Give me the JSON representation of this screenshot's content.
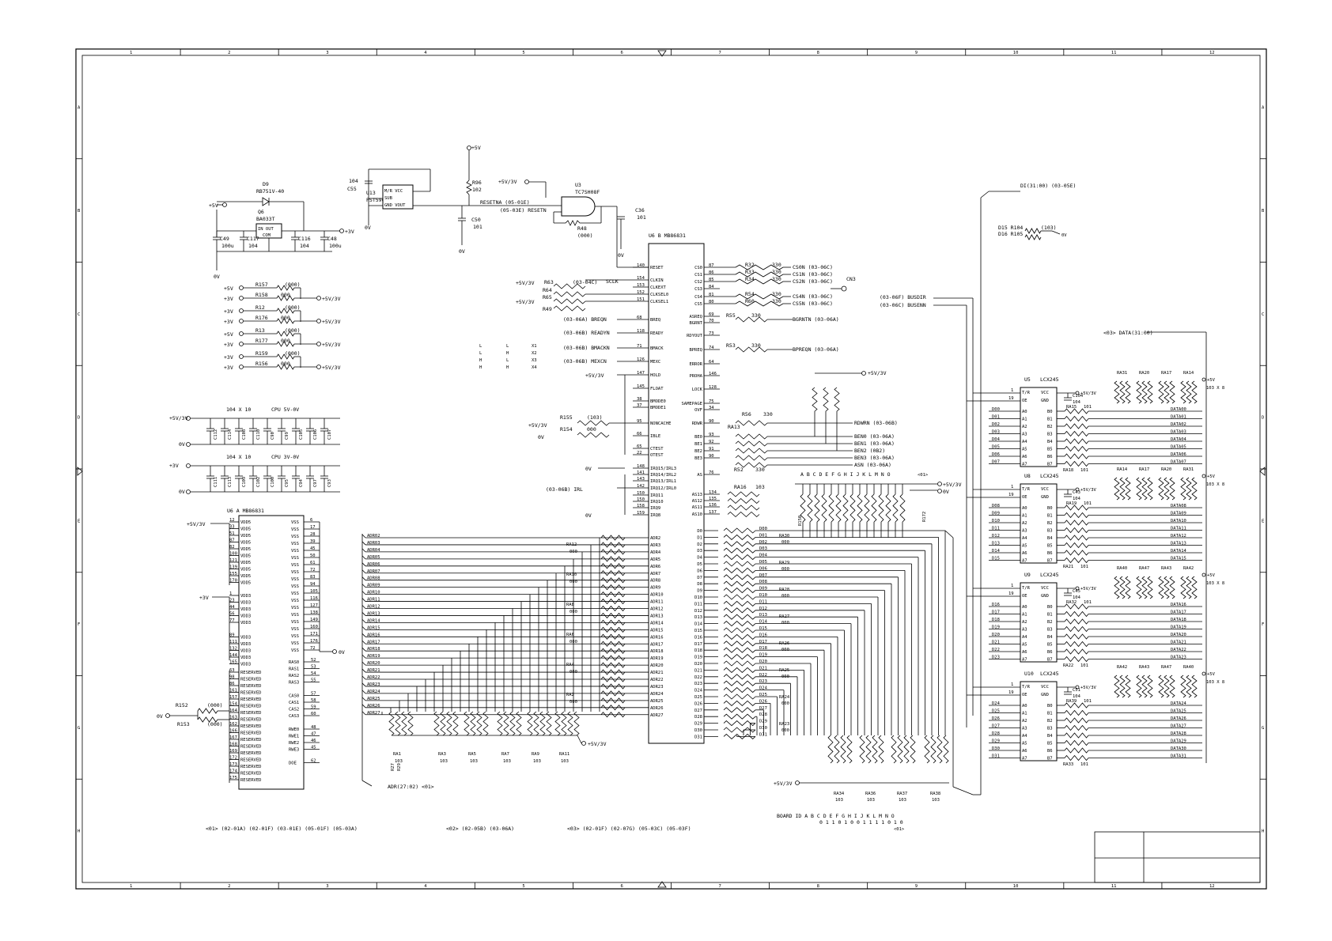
{
  "frame": {
    "columns": [
      "1",
      "2",
      "3",
      "4",
      "5",
      "6",
      "7",
      "8",
      "9",
      "10",
      "11",
      "12"
    ],
    "rows": [
      "A",
      "B",
      "C",
      "D",
      "E",
      "F",
      "G",
      "H"
    ]
  },
  "power": {
    "d9_label": "D9",
    "d9_part": "RB751V-40",
    "q6_label": "Q6",
    "q6_part": "BA033T",
    "q6_pins": "IN OUT",
    "q6_com": "COM",
    "c49": "C49",
    "c49_val": "100u",
    "c117": "C117",
    "c117_val": "104",
    "c116": "C116",
    "c116_val": "104",
    "c48": "C48",
    "c48_val": "100u",
    "plus5v": "+5V",
    "plus3v": "+3V",
    "plus5v3v": "+5V/3V",
    "gnd": "0V"
  },
  "reset": {
    "u13_label": "U13",
    "u13_part": "PST596",
    "u13_pins": [
      "M/R VCC",
      "SUB",
      "GND VOUT"
    ],
    "c55": "C55",
    "c55_val": "104",
    "r96": "R96",
    "r96_val": "102",
    "c50": "C50",
    "c50_val": "101",
    "resetna": "RESETNA (05-01E)",
    "resetn": "(05-03E)  RESETN",
    "u3_label": "U3",
    "u3_part": "TC7SH08F",
    "r48": "R48",
    "r48_val": "(000)",
    "c36": "C36",
    "c36_val": "101"
  },
  "straps": [
    {
      "a": "R157",
      "b": "R158",
      "val_a": "(000)",
      "val_b": "000",
      "in": "+5V",
      "out": "+5V/3V"
    },
    {
      "a": "R12",
      "b": "R176",
      "val_a": "(000)",
      "val_b": "000",
      "in": "+3V",
      "out": "+5V/3V"
    },
    {
      "a": "R13",
      "b": "R177",
      "val_a": "(000)",
      "val_b": "000",
      "in": "+5V",
      "out": "+5V/3V"
    },
    {
      "a": "R159",
      "b": "R156",
      "val_a": "(000)",
      "val_b": "000",
      "in": "+3V",
      "out": "+5V/3V"
    }
  ],
  "bypass": {
    "bank1_title": "104 X 10",
    "bank1_label": "CPU 5V-0V",
    "bank1_supply": "+5V/3V",
    "bank1": [
      "C112",
      "C114",
      "C108",
      "C110",
      "C90",
      "C99",
      "C105",
      "C106",
      "C107"
    ],
    "bank2_title": "104 X 10",
    "bank2_label": "CPU 3V-0V",
    "bank2_supply": "+3V",
    "bank2": [
      "C111",
      "C113",
      "C109",
      "C102",
      "C100",
      "C95",
      "C94",
      "C97",
      "C93"
    ]
  },
  "u6a": {
    "title": "U6  A MB86831",
    "vdd5_pins": [
      "12",
      "33",
      "51",
      "87",
      "82",
      "100",
      "121",
      "139",
      "155",
      "170"
    ],
    "vdd3_pins": [
      "1",
      "23",
      "44",
      "56",
      "77",
      "89",
      "111",
      "132",
      "144",
      "165"
    ],
    "vdd5": "VDD5",
    "vdd3": "VDD3",
    "vss": "VSS",
    "vss_pins": [
      "6",
      "17",
      "28",
      "39",
      "45",
      "50",
      "61",
      "72",
      "83",
      "94",
      "105",
      "116",
      "127",
      "138",
      "149",
      "160",
      "171",
      "176",
      "72"
    ],
    "ras": [
      [
        "RAS0",
        "52"
      ],
      [
        "RAS1",
        "53"
      ],
      [
        "RAS2",
        "54"
      ],
      [
        "RAS3",
        "55"
      ]
    ],
    "cas": [
      [
        "CAS0",
        "57"
      ],
      [
        "CAS1",
        "58"
      ],
      [
        "CAS2",
        "59"
      ],
      [
        "CAS3",
        "60"
      ]
    ],
    "rwe": [
      [
        "RWE0",
        "48"
      ],
      [
        "RWE1",
        "47"
      ],
      [
        "RWE2",
        "46"
      ],
      [
        "RWE3",
        "45"
      ]
    ],
    "doe": [
      "DOE",
      "62"
    ],
    "reserved": "RESERVED",
    "res_pins": [
      "63",
      "98",
      "86",
      "161",
      "157",
      "154",
      "164",
      "163",
      "162",
      "166",
      "167",
      "168",
      "169",
      "172",
      "173",
      "174",
      "175"
    ],
    "r152": "R152",
    "r153": "R153",
    "r_val": "(000)"
  },
  "u6b": {
    "title": "U6  B MB86831",
    "left_pins": [
      [
        "140",
        "RESET"
      ],
      [
        "154",
        "CLKIN"
      ],
      [
        "153",
        "CLKEXT"
      ],
      [
        "152",
        "CLKSEL0"
      ],
      [
        "151",
        "CLKSEL1"
      ],
      [
        "68",
        "BREQ"
      ],
      [
        "118",
        "READY"
      ],
      [
        "71",
        "BMACK"
      ],
      [
        "126",
        "MEXC"
      ],
      [
        "147",
        "HOLD"
      ],
      [
        "145",
        "FLOAT"
      ],
      [
        "38",
        "BMODE0"
      ],
      [
        "37",
        "BMODE1"
      ],
      [
        "95",
        "NONCACHE"
      ],
      [
        "66",
        "IBLE"
      ],
      [
        "65",
        "CTEST"
      ],
      [
        "22",
        "OTEST"
      ],
      [
        "148",
        "IRQ15/IRL3"
      ],
      [
        "141",
        "IRQ14/IRL2"
      ],
      [
        "143",
        "IRQ13/IRL1"
      ],
      [
        "142",
        "IRQ12/IRL0"
      ],
      [
        "150",
        "IRQ11"
      ],
      [
        "150",
        "IRQ10"
      ],
      [
        "158",
        "IRQ9"
      ],
      [
        "159",
        "IRQ8"
      ]
    ],
    "right_pins": [
      [
        "CS0",
        "87"
      ],
      [
        "CS1",
        "86"
      ],
      [
        "CS2",
        "85"
      ],
      [
        "CS3",
        "84"
      ],
      [
        "CS4",
        "81"
      ],
      [
        "CS5",
        "80"
      ],
      [
        "ASREQ",
        "69"
      ],
      [
        "BGRNT",
        "70"
      ],
      [
        "RDYOUT",
        "73"
      ],
      [
        "BPREQ",
        "74"
      ],
      [
        "ERROR",
        "64"
      ],
      [
        "PROHA",
        "146"
      ],
      [
        "LOCK",
        "128"
      ],
      [
        "SAMEPAGE",
        "75"
      ],
      [
        "OVF",
        "34"
      ],
      [
        "RDWR",
        "90"
      ],
      [
        "BE0",
        "93"
      ],
      [
        "BE1",
        "92"
      ],
      [
        "BE2",
        "91"
      ],
      [
        "BE3",
        "90"
      ],
      [
        "AS",
        "76"
      ],
      [
        "AS13",
        "134"
      ],
      [
        "AS12",
        "135"
      ],
      [
        "AS11",
        "136"
      ],
      [
        "AS10",
        "137"
      ]
    ],
    "addr_pins": [
      "ADR2",
      "ADR3",
      "ADR4",
      "ADR5",
      "ADR6",
      "ADR7",
      "ADR8",
      "ADR9",
      "ADR10",
      "ADR11",
      "ADR12",
      "ADR13",
      "ADR14",
      "ADR15",
      "ADR16",
      "ADR17",
      "ADR18",
      "ADR19",
      "ADR20",
      "ADR21",
      "ADR22",
      "ADR23",
      "ADR24",
      "ADR25",
      "ADR26",
      "ADR27"
    ],
    "data_pins": [
      "D0",
      "D1",
      "D2",
      "D3",
      "D4",
      "D5",
      "D6",
      "D7",
      "D8",
      "D9",
      "D10",
      "D11",
      "D12",
      "D13",
      "D14",
      "D15",
      "D16",
      "D17",
      "D18",
      "D19",
      "D20",
      "D21",
      "D22",
      "D23",
      "D24",
      "D25",
      "D26",
      "D27",
      "D28",
      "D29",
      "D30",
      "D31"
    ]
  },
  "u6b_nets": {
    "sclk": "SCLK",
    "r63": "R63",
    "r63_val": "(03-04C)",
    "r64": "R64",
    "r65": "R65",
    "r49": "R49",
    "breqn": "(03-06A)  BREQN",
    "readyn": "(03-06B)  READYN",
    "bmackn": "(03-06B)  BMACKN",
    "mexcn": "(03-06B)  MEXCN",
    "irl": "(03-06B)  IRL",
    "r155": "R155",
    "r155_val": "(103)",
    "r154": "R154",
    "r154_val": "000",
    "cs_res": [
      [
        "R32",
        "CS0N (03-06C)"
      ],
      [
        "R33",
        "CS1N (03-06C)"
      ],
      [
        "R34",
        "CS2N (03-06C)"
      ],
      [
        "R54",
        "CS4N (03-06C)"
      ],
      [
        "R60",
        "CS5N (03-06C)"
      ]
    ],
    "r_330": "330",
    "cn3": "CN3",
    "bgrntn": "BGRNTN (03-06A)",
    "r55": "R55",
    "bpreqn": "BPREQN (03-06A)",
    "r53": "R53",
    "rdwrn": "RDWRN (03-06B)",
    "r56": "R56",
    "be": [
      "BEN0 (03-06A)",
      "BEN1 (03-06A)",
      "BEN2 (0B2)",
      "BEN3 (03-06A)",
      "ASN (03-06A)"
    ],
    "ra13": "RA13",
    "r52": "R52",
    "mode_table": [
      [
        "L",
        "L",
        "X1"
      ],
      [
        "L",
        "H",
        "X2"
      ],
      [
        "H",
        "L",
        "X3"
      ],
      [
        "H",
        "H",
        "X4"
      ]
    ]
  },
  "bus": {
    "adr_bus": "ADR(27:02) <01>",
    "adr_labels": [
      "ADR02",
      "ADR03",
      "ADR04",
      "ADR05",
      "ADR06",
      "ADR07",
      "ADR08",
      "ADR09",
      "ADR10",
      "ADR11",
      "ADR12",
      "ADR13",
      "ADR14",
      "ADR15",
      "ADR16",
      "ADR17",
      "ADR18",
      "ADR19",
      "ADR20",
      "ADR21",
      "ADR22",
      "ADR23",
      "ADR24",
      "ADR25",
      "ADR26",
      "ADR27"
    ],
    "d_labels": [
      "D00",
      "D01",
      "D02",
      "D03",
      "D04",
      "D05",
      "D06",
      "D07",
      "D08",
      "D09",
      "D10",
      "D11",
      "D12",
      "D13",
      "D14",
      "D15",
      "D16",
      "D17",
      "D18",
      "D19",
      "D20",
      "D21",
      "D22",
      "D23",
      "D24",
      "D25",
      "D26",
      "D27",
      "D28",
      "D29",
      "D30",
      "D31"
    ],
    "adr_packs": [
      "RA12",
      "RA10",
      "RA8",
      "RA6",
      "RA4",
      "RA2"
    ],
    "pull_packs": [
      "RA1",
      "RA3",
      "RA5",
      "RA7",
      "RA9",
      "RA11"
    ],
    "pack_val": "103",
    "r27": "R27",
    "r29": "R29",
    "data_series": [
      "RA30",
      "RA29",
      "RA28",
      "RA27",
      "RA26",
      "RA25",
      "RA24",
      "RA23"
    ],
    "data_pull": [
      "RA34",
      "RA36",
      "RA37",
      "RA38"
    ],
    "ser_val": "000",
    "ra16": "RA16",
    "ra16_val": "103",
    "board_header": "A B C D E F G H I J K L M N O",
    "board_id": "BOARD ID A B C D E F G H I J K L M N O",
    "board_bits": "0 1 1 0 1 0 0 1 1 1 1 0 1 0",
    "board_note": "<01>",
    "r150": "R150",
    "r172": "R172",
    "supply": "+5V/3V",
    "gnd": "0V"
  },
  "buffers": {
    "di_bus": "DI(31:00) (03-05E)",
    "d15_r": "D15 R104",
    "d16_r": "D16 R105",
    "d_val": "(103)",
    "busdir": "(03-06F)  BUSDIR",
    "busenn": "(03-06C)  BUSENN",
    "data_bus": "<03> DATA(31:00)",
    "units": [
      {
        "name": "U5",
        "part": "LCX245",
        "cap": "C104",
        "cap_val": "104",
        "ra_top": [
          "RA31",
          "RA20",
          "RA17",
          "RA14"
        ],
        "ra_ser": "RA15",
        "ra_low": "RA18",
        "inputs": [
          "D00",
          "D01",
          "D02",
          "D03",
          "D04",
          "D05",
          "D06",
          "D07"
        ],
        "outputs": [
          "DATA00",
          "DATA01",
          "DATA02",
          "DATA03",
          "DATA04",
          "DATA05",
          "DATA06",
          "DATA07"
        ]
      },
      {
        "name": "U8",
        "part": "LCX245",
        "cap": "C43",
        "cap_val": "104",
        "ra_top": [
          "RA14",
          "RA17",
          "RA20",
          "RA31"
        ],
        "ra_ser": "RA19",
        "ra_low": "RA21",
        "inputs": [
          "D08",
          "D09",
          "D10",
          "D11",
          "D12",
          "D13",
          "D14",
          "D15"
        ],
        "outputs": [
          "DATA08",
          "DATA09",
          "DATA10",
          "DATA11",
          "DATA12",
          "DATA13",
          "DATA14",
          "DATA15"
        ]
      },
      {
        "name": "U9",
        "part": "LCX245",
        "cap": "C45",
        "cap_val": "104",
        "ra_top": [
          "RA40",
          "RA47",
          "RA43",
          "RA42"
        ],
        "ra_ser": "RA32",
        "ra_low": "RA22",
        "inputs": [
          "D16",
          "D17",
          "D18",
          "D19",
          "D20",
          "D21",
          "D22",
          "D23"
        ],
        "outputs": [
          "DATA16",
          "DATA17",
          "DATA18",
          "DATA19",
          "DATA20",
          "DATA21",
          "DATA22",
          "DATA23"
        ]
      },
      {
        "name": "U10",
        "part": "LCX245",
        "cap": "C51",
        "cap_val": "104",
        "ra_top": [
          "RA42",
          "RA43",
          "RA47",
          "RA40"
        ],
        "ra_ser": "RA39",
        "ra_low": "RA33",
        "inputs": [
          "D24",
          "D25",
          "D26",
          "D27",
          "D28",
          "D29",
          "D30",
          "D31"
        ],
        "outputs": [
          "DATA24",
          "DATA25",
          "DATA26",
          "DATA27",
          "DATA28",
          "DATA29",
          "DATA30",
          "DATA31"
        ]
      }
    ],
    "pin_a": [
      "A0",
      "A1",
      "A2",
      "A3",
      "A4",
      "A5",
      "A6",
      "A7"
    ],
    "pin_b": [
      "B0",
      "B1",
      "B2",
      "B3",
      "B4",
      "B5",
      "B6",
      "B7"
    ],
    "tr": "T/R",
    "oe": "OE",
    "vcc": "VCC",
    "gnd": "GND",
    "ra_note": "103 X 8",
    "ser_val": "101"
  },
  "refs": {
    "adr": "<01> (02-01A)  (02-01F)  (03-01E)  (05-01F)  (05-03A)",
    "ctl": "<02> (02-05B)  (03-06A)",
    "data": "<03> (02-01F)  (02-07G)  (05-03C)  (05-03F)"
  }
}
